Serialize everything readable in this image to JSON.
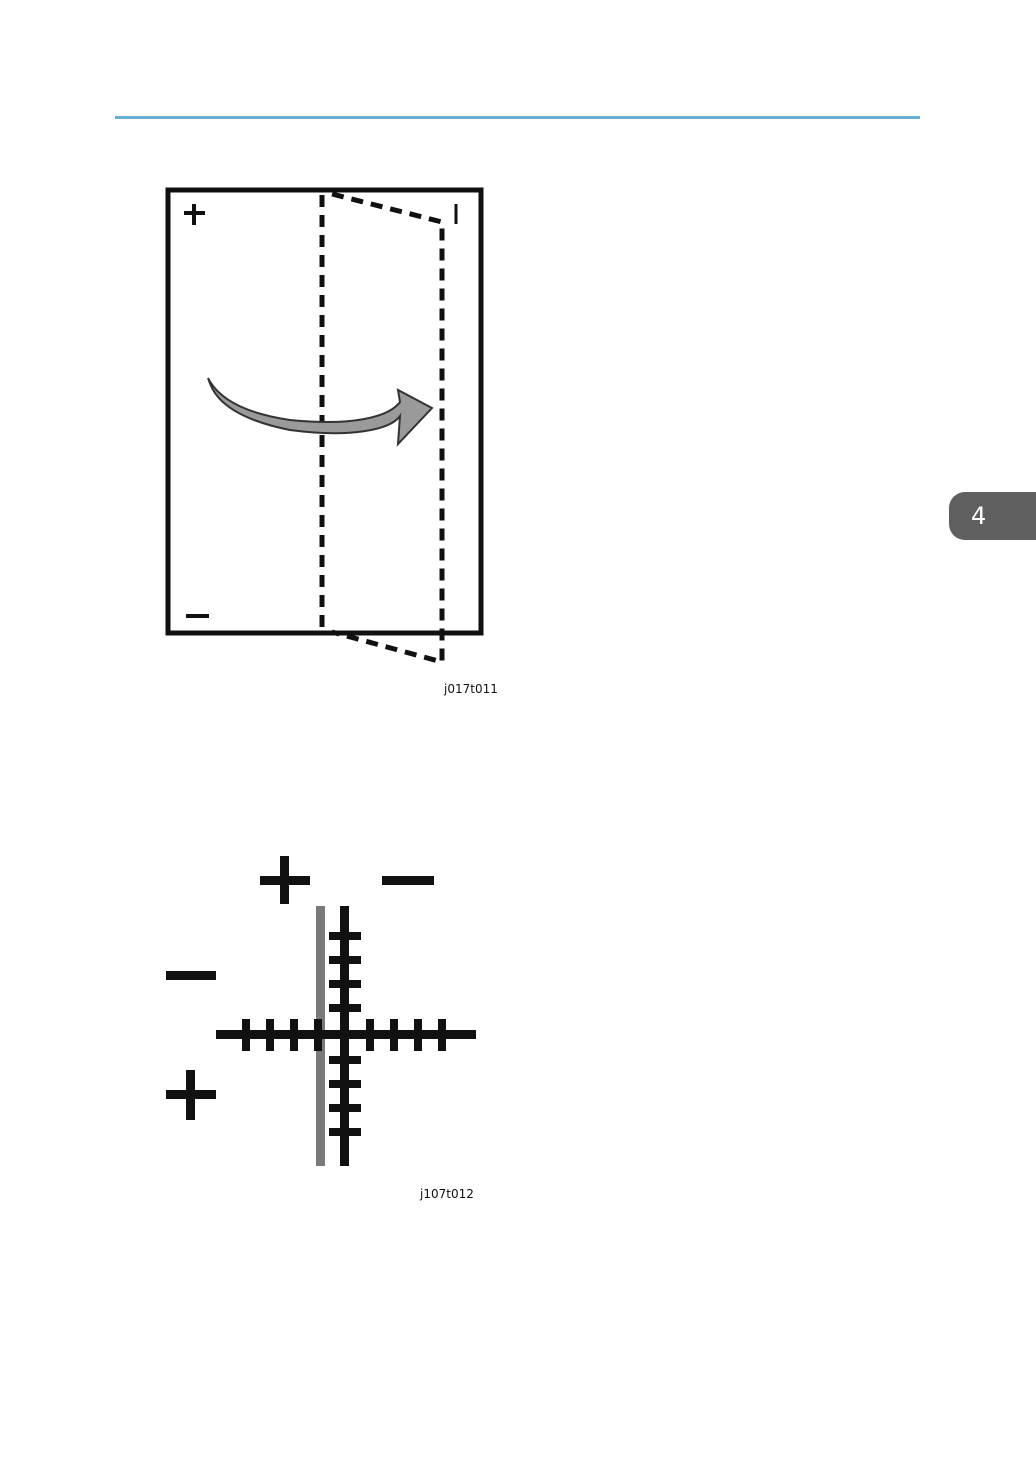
{
  "chapter_tab": {
    "number": "4"
  },
  "figures": [
    {
      "id": "j017t011",
      "label": "j017t011"
    },
    {
      "id": "j107t012",
      "label": "j107t012"
    }
  ],
  "colors": {
    "header_rule": "#6aaed6",
    "chapter_tab": "#5f5f5f",
    "arrow_fill": "#9a9a9a",
    "guide_line": "#7a7a7a"
  }
}
